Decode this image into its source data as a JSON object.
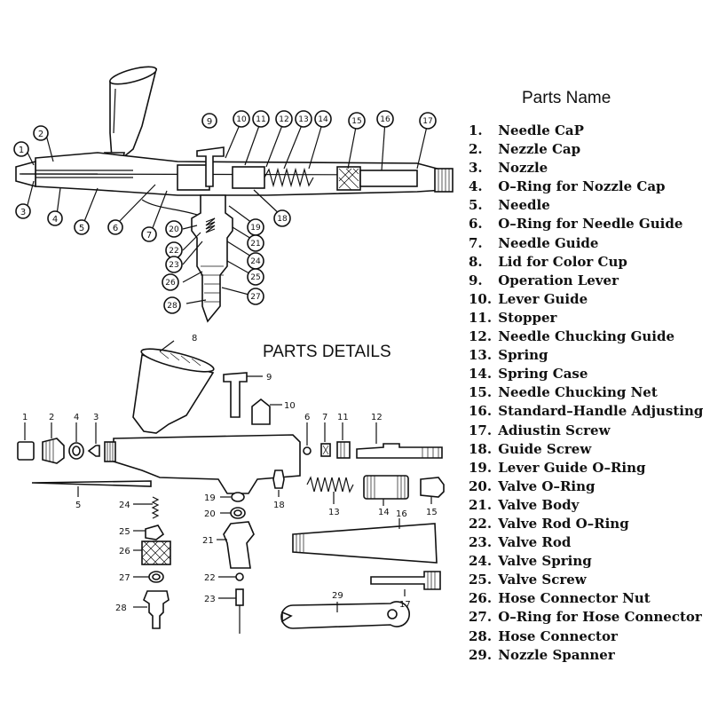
{
  "headings": {
    "parts_name": "Parts Name",
    "parts_details": "PARTS DETAILS"
  },
  "parts": [
    {
      "num": "1.",
      "name": "Needle CaP"
    },
    {
      "num": "2.",
      "name": "Nezzle Cap"
    },
    {
      "num": "3.",
      "name": "Nozzle"
    },
    {
      "num": "4.",
      "name": "O–Ring for Nozzle Cap"
    },
    {
      "num": "5.",
      "name": "Needle"
    },
    {
      "num": "6.",
      "name": "O–Ring for Needle Guide"
    },
    {
      "num": "7.",
      "name": "Needle Guide"
    },
    {
      "num": "8.",
      "name": "Lid for Color Cup"
    },
    {
      "num": "9.",
      "name": "Operation Lever"
    },
    {
      "num": "10.",
      "name": "Lever Guide"
    },
    {
      "num": "11.",
      "name": "Stopper"
    },
    {
      "num": "12.",
      "name": "Needle Chucking  Guide"
    },
    {
      "num": "13.",
      "name": "Spring"
    },
    {
      "num": "14.",
      "name": "Spring Case"
    },
    {
      "num": "15.",
      "name": "Needle Chucking Net"
    },
    {
      "num": "16.",
      "name": "Standard–Handle Adjusting"
    },
    {
      "num": "17.",
      "name": "Adiustin Screw"
    },
    {
      "num": "18.",
      "name": "Guide Screw"
    },
    {
      "num": "19.",
      "name": "Lever Guide O–Ring"
    },
    {
      "num": "20.",
      "name": "Valve O–Ring"
    },
    {
      "num": "21.",
      "name": "Valve Body"
    },
    {
      "num": "22.",
      "name": "Valve Rod O–Ring"
    },
    {
      "num": "23.",
      "name": "Valve Rod"
    },
    {
      "num": "24.",
      "name": "Valve Spring"
    },
    {
      "num": "25.",
      "name": "Valve Screw"
    },
    {
      "num": "26.",
      "name": "Hose Connector Nut"
    },
    {
      "num": "27.",
      "name": "O–Ring for Hose Connector"
    },
    {
      "num": "28.",
      "name": "Hose Connector"
    },
    {
      "num": "29.",
      "name": "Nozzle Spanner"
    }
  ],
  "callouts": {
    "assembly": [
      "1",
      "2",
      "3",
      "4",
      "5",
      "6",
      "7",
      "9",
      "10",
      "11",
      "12",
      "13",
      "14",
      "15",
      "16",
      "17",
      "18",
      "19",
      "20",
      "21",
      "22",
      "23",
      "24",
      "25",
      "26",
      "27",
      "28"
    ],
    "details": [
      "1",
      "2",
      "4",
      "3",
      "5",
      "6",
      "7",
      "8",
      "9",
      "10",
      "11",
      "12",
      "13",
      "14",
      "15",
      "16",
      "17",
      "18",
      "19",
      "20",
      "21",
      "22",
      "23",
      "24",
      "25",
      "26",
      "27",
      "28",
      "29"
    ]
  }
}
